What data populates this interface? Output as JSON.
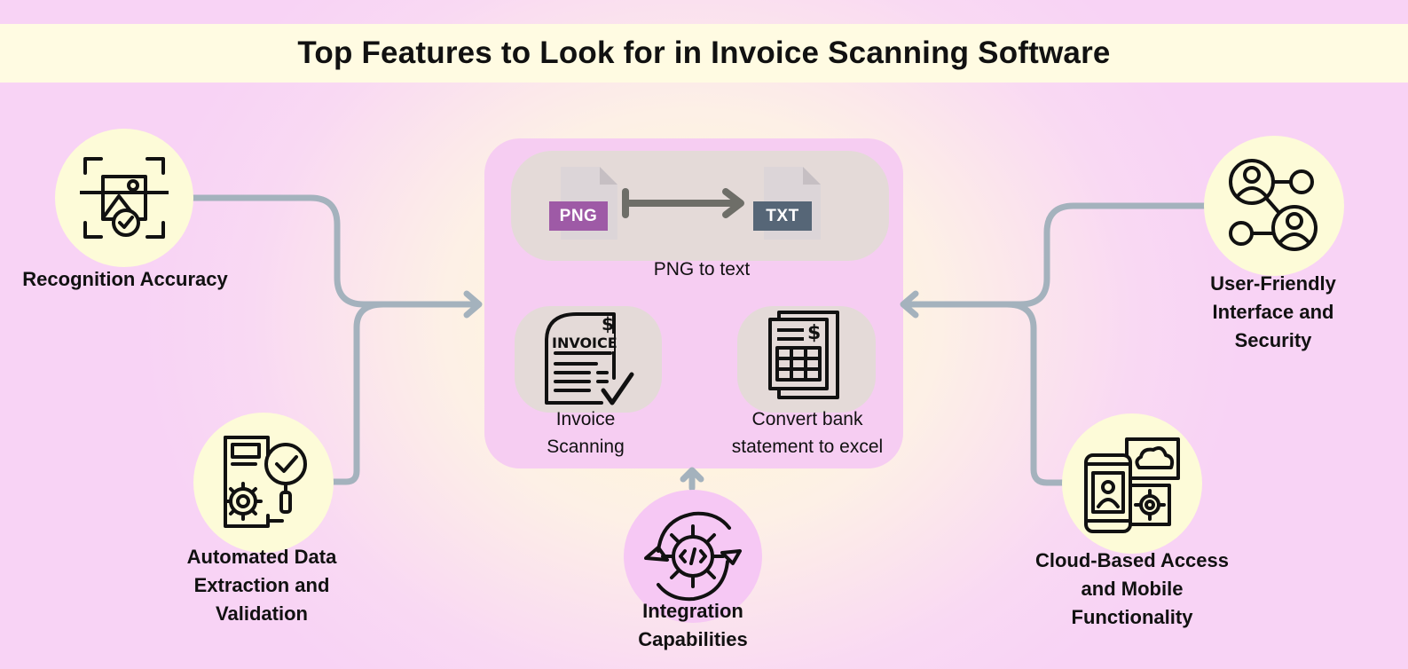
{
  "title": "Top Features to Look for in Invoice Scanning Software",
  "center": {
    "conversion": {
      "from_badge": "PNG",
      "to_badge": "TXT",
      "caption": "PNG to text"
    },
    "invoice_box": {
      "icon_text": "INVOICE",
      "caption_line1": "Invoice",
      "caption_line2": "Scanning"
    },
    "bank_box": {
      "caption_line1": "Convert bank",
      "caption_line2": "statement to excel"
    }
  },
  "features": {
    "recognition": {
      "label": "Recognition Accuracy",
      "icon": "image-scan-check-icon"
    },
    "automated": {
      "line1": "Automated Data",
      "line2": "Extraction and",
      "line3": "Validation",
      "icon": "document-gear-magnifier-icon"
    },
    "integration": {
      "line1": "Integration",
      "line2": "Capabilities",
      "icon": "gear-code-cycle-icon"
    },
    "user_friendly": {
      "line1": "User-Friendly",
      "line2": "Interface and",
      "line3": "Security",
      "icon": "user-network-icon"
    },
    "cloud": {
      "line1": "Cloud-Based Access",
      "line2": "and Mobile",
      "line3": "Functionality",
      "icon": "mobile-cloud-gear-icon"
    }
  },
  "colors": {
    "connector": "#a4b2bd",
    "png_badge": "#9e5aa6",
    "txt_badge": "#566677",
    "conversion_arrow": "#6e6e68",
    "panel": "#f6cdf2",
    "title_band": "#fffbe2"
  }
}
